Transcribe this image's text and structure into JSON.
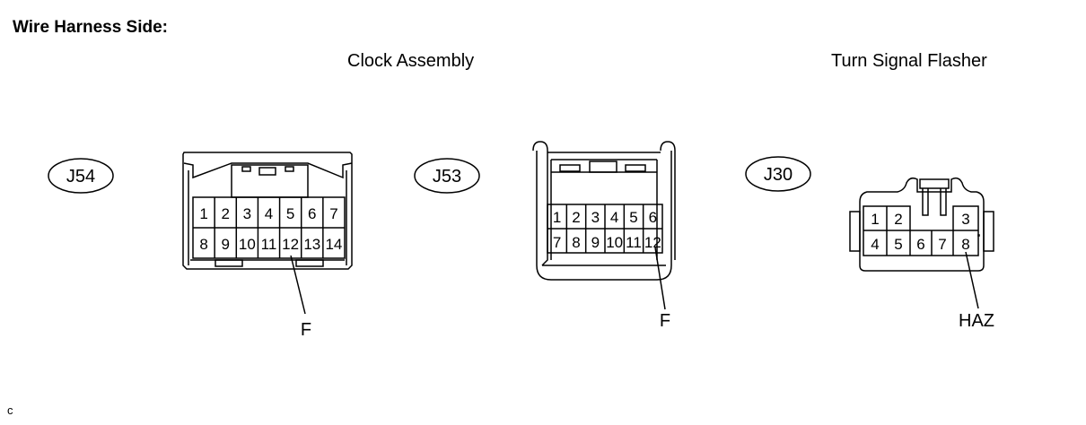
{
  "heading": "Wire Harness Side:",
  "captions": {
    "clock": "Clock Assembly",
    "flasher": "Turn Signal Flasher"
  },
  "connectors": {
    "j54": {
      "code": "J54",
      "top_pins": [
        "1",
        "2",
        "3",
        "4",
        "5",
        "6",
        "7"
      ],
      "bottom_pins": [
        "8",
        "9",
        "10",
        "11",
        "12",
        "13",
        "14"
      ],
      "signal": "F"
    },
    "j53": {
      "code": "J53",
      "top_pins": [
        "1",
        "2",
        "3",
        "4",
        "5",
        "6"
      ],
      "bottom_pins": [
        "7",
        "8",
        "9",
        "10",
        "11",
        "12"
      ],
      "signal": "F"
    },
    "j30": {
      "code": "J30",
      "top_pins": [
        "1",
        "2",
        "3"
      ],
      "bottom_pins": [
        "4",
        "5",
        "6",
        "7",
        "8"
      ],
      "signal": "HAZ"
    }
  },
  "footer": "c"
}
